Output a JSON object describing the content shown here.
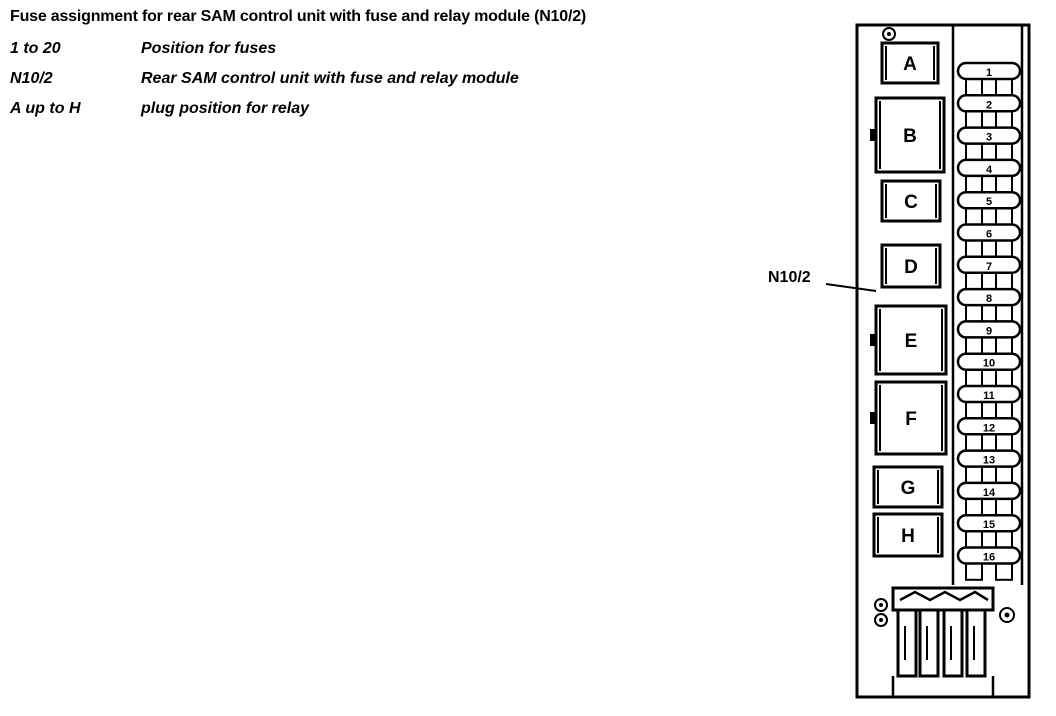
{
  "title": "Fuse assignment for rear SAM control unit with fuse and relay module (N10/2)",
  "legend": [
    {
      "key": "1 to 20",
      "desc": "Position for fuses"
    },
    {
      "key": "N10/2",
      "desc": "Rear SAM control unit with fuse and relay module"
    },
    {
      "key": "A up to H",
      "desc": "plug position for relay"
    }
  ],
  "diagram": {
    "unit_label": "N10/2",
    "relays": [
      "A",
      "B",
      "C",
      "D",
      "E",
      "F",
      "G",
      "H"
    ],
    "fuses": [
      "1",
      "2",
      "3",
      "4",
      "5",
      "6",
      "7",
      "8",
      "9",
      "10",
      "11",
      "12",
      "13",
      "14",
      "15",
      "16"
    ]
  }
}
